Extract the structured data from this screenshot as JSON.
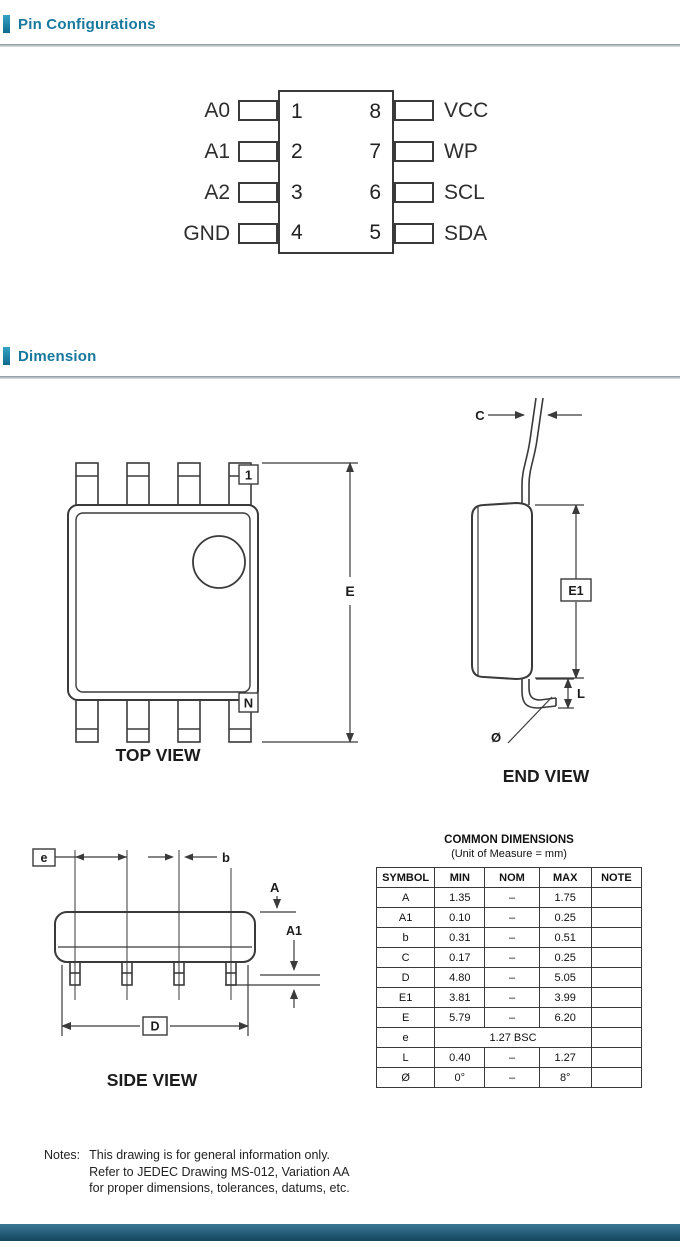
{
  "colors": {
    "accent_teal": "#17789e",
    "line_dark": "#3a3a3a",
    "footer_top": "#3b7795",
    "footer_bottom": "#16455c"
  },
  "sections": {
    "pin_config": {
      "title": "Pin Configurations"
    },
    "dimension": {
      "title": "Dimension"
    }
  },
  "pin_diagram": {
    "left_pins": [
      {
        "label": "A0",
        "number": "1"
      },
      {
        "label": "A1",
        "number": "2"
      },
      {
        "label": "A2",
        "number": "3"
      },
      {
        "label": "GND",
        "number": "4"
      }
    ],
    "right_pins": [
      {
        "label": "VCC",
        "number": "8"
      },
      {
        "label": "WP",
        "number": "7"
      },
      {
        "label": "SCL",
        "number": "6"
      },
      {
        "label": "SDA",
        "number": "5"
      }
    ]
  },
  "top_view": {
    "caption": "TOP VIEW",
    "pin1_marker": "1",
    "pin_n_marker": "N",
    "dim_e_label": "E"
  },
  "end_view": {
    "caption": "END VIEW",
    "dim_c_label": "C",
    "dim_e1_label": "E1",
    "dim_l_label": "L",
    "dim_angle_label": "Ø"
  },
  "side_view": {
    "caption": "SIDE VIEW",
    "dim_e_label": "e",
    "dim_b_label": "b",
    "dim_a_label": "A",
    "dim_a1_label": "A1",
    "dim_d_label": "D"
  },
  "dimensions_table": {
    "title": "COMMON DIMENSIONS",
    "subtitle": "(Unit of Measure = mm)",
    "headers": [
      "SYMBOL",
      "MIN",
      "NOM",
      "MAX",
      "NOTE"
    ],
    "rows": [
      {
        "symbol": "A",
        "min": "1.35",
        "nom": "–",
        "max": "1.75",
        "note": ""
      },
      {
        "symbol": "A1",
        "min": "0.10",
        "nom": "–",
        "max": "0.25",
        "note": ""
      },
      {
        "symbol": "b",
        "min": "0.31",
        "nom": "–",
        "max": "0.51",
        "note": ""
      },
      {
        "symbol": "C",
        "min": "0.17",
        "nom": "–",
        "max": "0.25",
        "note": ""
      },
      {
        "symbol": "D",
        "min": "4.80",
        "nom": "–",
        "max": "5.05",
        "note": ""
      },
      {
        "symbol": "E1",
        "min": "3.81",
        "nom": "–",
        "max": "3.99",
        "note": ""
      },
      {
        "symbol": "E",
        "min": "5.79",
        "nom": "–",
        "max": "6.20",
        "note": ""
      },
      {
        "symbol": "e",
        "bsc": "1.27 BSC",
        "note": ""
      },
      {
        "symbol": "L",
        "min": "0.40",
        "nom": "–",
        "max": "1.27",
        "note": ""
      },
      {
        "symbol": "Ø",
        "min": "0°",
        "nom": "–",
        "max": "8°",
        "note": ""
      }
    ]
  },
  "notes": {
    "label": "Notes:",
    "line1": "This drawing is for general information only.",
    "line2": "Refer to JEDEC Drawing MS-012, Variation AA",
    "line3": "for proper dimensions, tolerances, datums, etc."
  }
}
